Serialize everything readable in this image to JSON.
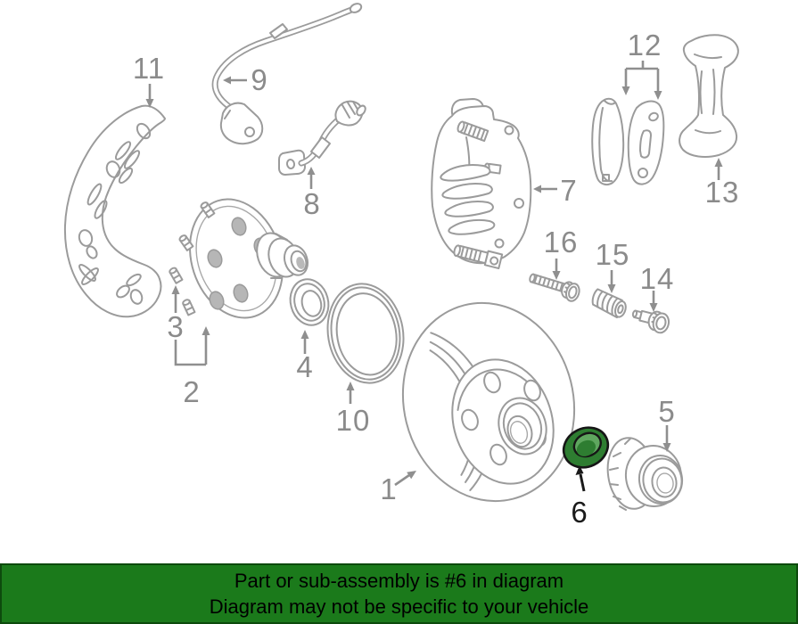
{
  "diagram": {
    "type": "exploded-parts-diagram",
    "subject": "Front disc brake assembly",
    "highlighted_part_number": "6",
    "callouts": {
      "1": "1",
      "2": "2",
      "3": "3",
      "4": "4",
      "5": "5",
      "6": "6",
      "7": "7",
      "8": "8",
      "9": "9",
      "10": "10",
      "11": "11",
      "12": "12",
      "13": "13",
      "14": "14",
      "15": "15",
      "16": "16"
    },
    "colors": {
      "line": "#9b9b9b",
      "label": "#8b8b8b",
      "highlight_fill": "#2e7d31",
      "highlight_light": "#5fa75f",
      "highlight_outline": "#161616",
      "highlight_label": "#1a1a1a"
    }
  },
  "banner": {
    "line1": "Part or sub-assembly is #6 in diagram",
    "line2": "Diagram may not be specific to your vehicle",
    "background": "#1b7a1b",
    "text_color": "#000000"
  }
}
